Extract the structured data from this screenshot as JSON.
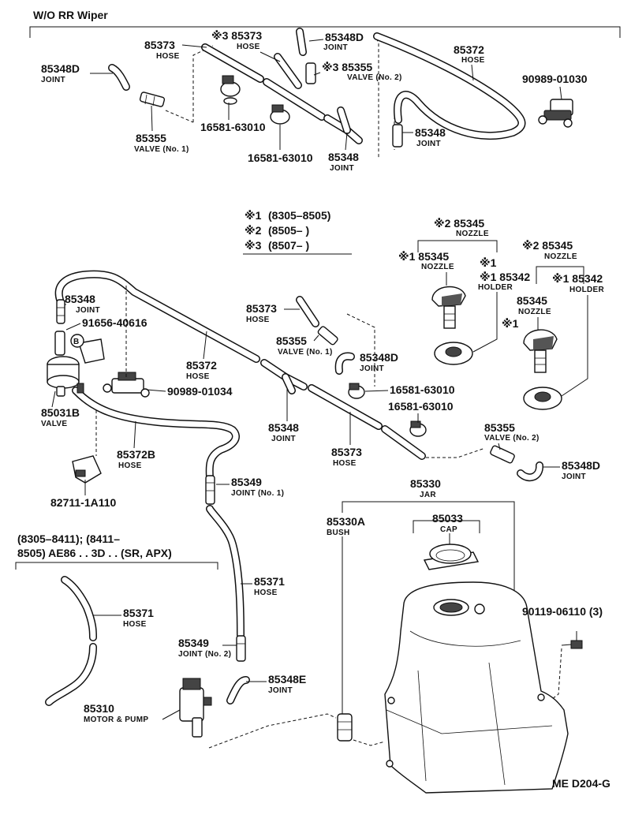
{
  "header": {
    "title": "W/O RR Wiper"
  },
  "legend": {
    "rows": [
      {
        "mark": "※1",
        "range": "(8305–8505)"
      },
      {
        "mark": "※2",
        "range": "(8505–        )"
      },
      {
        "mark": "※3",
        "range": "(8507–        )"
      }
    ]
  },
  "applicability": {
    "line1": "(8305–8411); (8411–",
    "line2": "8505) AE86 . . 3D . . (SR, APX)"
  },
  "reference": "ME  D204-G",
  "labels": {
    "t_85373_a": {
      "num": "85373",
      "desc": "HOSE"
    },
    "t_85373_b": {
      "num": "※3 85373",
      "desc": "HOSE"
    },
    "t_85348d_a": {
      "num": "85348D",
      "desc": "JOINT"
    },
    "t_85372_a": {
      "num": "85372",
      "desc": "HOSE"
    },
    "t_85348d_b": {
      "num": "85348D",
      "desc": "JOINT"
    },
    "t_85355_a": {
      "num": "※3 85355",
      "desc": "VALVE (No. 2)"
    },
    "t_90989_a": {
      "num": "90989-01030",
      "desc": ""
    },
    "t_16581_a": {
      "num": "16581-63010",
      "desc": ""
    },
    "t_16581_b": {
      "num": "16581-63010",
      "desc": ""
    },
    "t_85355_b": {
      "num": "85355",
      "desc": "VALVE (No. 1)"
    },
    "t_85348_a": {
      "num": "85348",
      "desc": "JOINT"
    },
    "t_85348_b": {
      "num": "85348",
      "desc": "JOINT"
    },
    "t_85345_a": {
      "num": "※2 85345",
      "desc": "NOZZLE"
    },
    "t_85345_b": {
      "num": "※1 85345",
      "desc": "NOZZLE"
    },
    "t_85342_a": {
      "num": "※1 85342",
      "desc": "HOLDER"
    },
    "t_85345_c": {
      "num": "※2 85345",
      "desc": "NOZZLE"
    },
    "t_85342_b": {
      "num": "※1 85342",
      "desc": "HOLDER"
    },
    "t_85345_d": {
      "num": "85345",
      "desc": "NOZZLE"
    },
    "t_star1": {
      "num": "※1",
      "desc": ""
    },
    "t_85348_c": {
      "num": "85348",
      "desc": "JOINT"
    },
    "t_91656": {
      "num": "91656-40616",
      "desc": ""
    },
    "t_85373_c": {
      "num": "85373",
      "desc": "HOSE"
    },
    "t_85355_c": {
      "num": "85355",
      "desc": "VALVE (No. 1)"
    },
    "t_85348d_c": {
      "num": "85348D",
      "desc": "JOINT"
    },
    "t_85372_b": {
      "num": "85372",
      "desc": "HOSE"
    },
    "t_90989_b": {
      "num": "90989-01034",
      "desc": ""
    },
    "t_16581_c": {
      "num": "16581-63010",
      "desc": ""
    },
    "t_16581_d": {
      "num": "16581-63010",
      "desc": ""
    },
    "t_85031b": {
      "num": "85031B",
      "desc": "VALVE"
    },
    "t_85348_d": {
      "num": "85348",
      "desc": "JOINT"
    },
    "t_85373_d": {
      "num": "85373",
      "desc": "HOSE"
    },
    "t_85355_d": {
      "num": "85355",
      "desc": "VALVE (No. 2)"
    },
    "t_85372b": {
      "num": "85372B",
      "desc": "HOSE"
    },
    "t_85348d_d": {
      "num": "85348D",
      "desc": "JOINT"
    },
    "t_85349_a": {
      "num": "85349",
      "desc": "JOINT (No. 1)"
    },
    "t_82711": {
      "num": "82711-1A110",
      "desc": ""
    },
    "t_85330": {
      "num": "85330",
      "desc": "JAR"
    },
    "t_85330a": {
      "num": "85330A",
      "desc": "BUSH"
    },
    "t_85033": {
      "num": "85033",
      "desc": "CAP"
    },
    "t_85371_a": {
      "num": "85371",
      "desc": "HOSE"
    },
    "t_85371_b": {
      "num": "85371",
      "desc": "HOSE"
    },
    "t_90119": {
      "num": "90119-06110 (3)",
      "desc": ""
    },
    "t_85349_b": {
      "num": "85349",
      "desc": "JOINT (No. 2)"
    },
    "t_85348e": {
      "num": "85348E",
      "desc": "JOINT"
    },
    "t_85310": {
      "num": "85310",
      "desc": "MOTOR & PUMP"
    }
  }
}
